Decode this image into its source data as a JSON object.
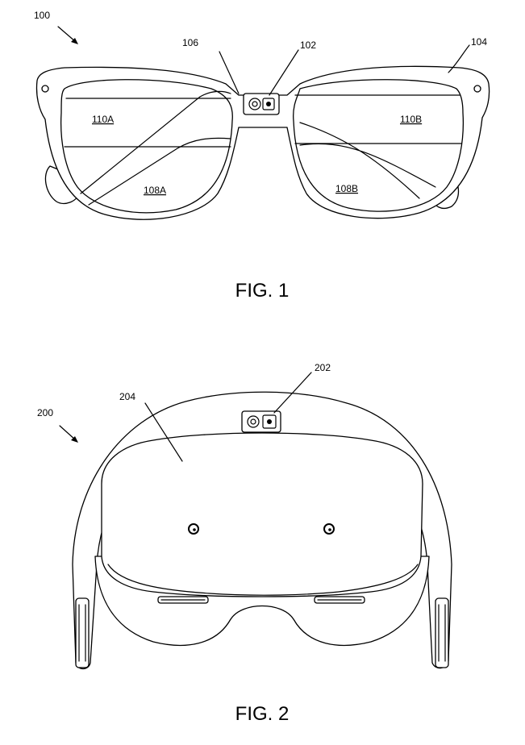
{
  "figure1": {
    "ref_device": "100",
    "ref_camera": "102",
    "ref_frame": "104",
    "ref_bridge": "106",
    "ref_lens_left": "108A",
    "ref_lens_right": "108B",
    "ref_display_left": "110A",
    "ref_display_right": "110B",
    "caption": "FIG. 1"
  },
  "figure2": {
    "ref_device": "200",
    "ref_camera": "202",
    "ref_housing": "204",
    "caption": "FIG. 2"
  }
}
